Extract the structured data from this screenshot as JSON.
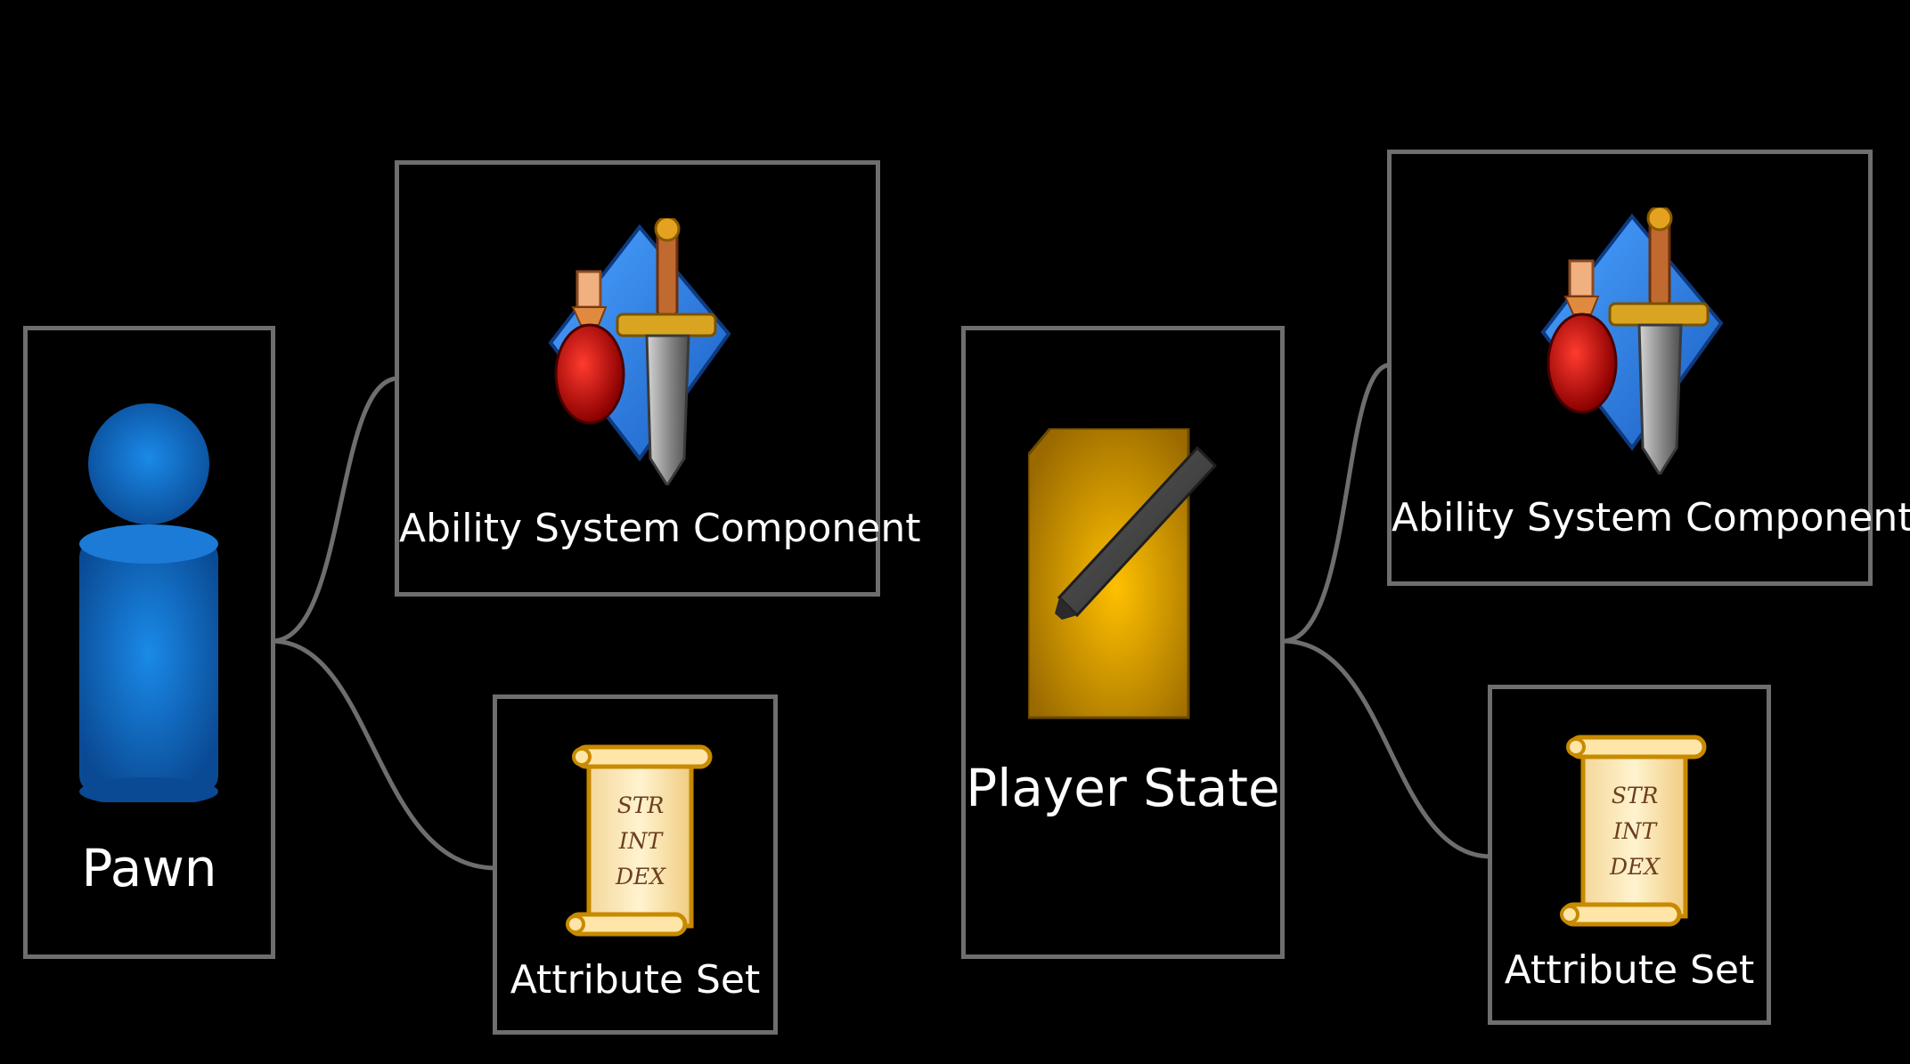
{
  "colors": {
    "background": "#000000",
    "box_border": "#6e6e6e",
    "connector": "#6e6e6e",
    "pawn_blue": "#0d5fb5",
    "player_state_gold": "#d89a00",
    "text": "#ffffff"
  },
  "pawn": {
    "label": "Pawn",
    "icon": "pawn-figure-icon",
    "ability_system_component": {
      "label": "Ability System Component",
      "icon": "potion-sword-icon"
    },
    "attribute_set": {
      "label": "Attribute Set",
      "icon": "scroll-icon",
      "scroll_lines": [
        "STR",
        "INT",
        "DEX"
      ]
    }
  },
  "player_state": {
    "label": "Player State",
    "icon": "document-pencil-icon",
    "ability_system_component": {
      "label": "Ability System Component",
      "icon": "potion-sword-icon"
    },
    "attribute_set": {
      "label": "Attribute Set",
      "icon": "scroll-icon",
      "scroll_lines": [
        "STR",
        "INT",
        "DEX"
      ]
    }
  }
}
